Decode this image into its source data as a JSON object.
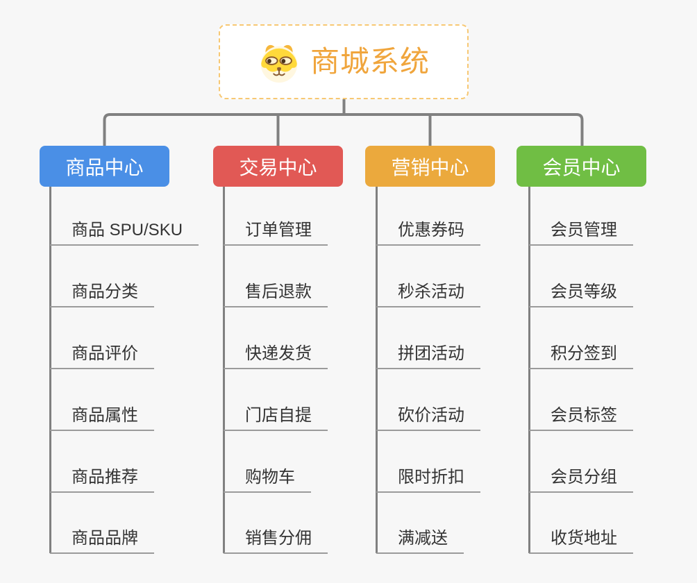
{
  "root": {
    "title": "商城系统",
    "icon": "dog-face-icon"
  },
  "branches": [
    {
      "label": "商品中心",
      "color": "#4a8fe6",
      "items": [
        "商品 SPU/SKU",
        "商品分类",
        "商品评价",
        "商品属性",
        "商品推荐",
        "商品品牌"
      ]
    },
    {
      "label": "交易中心",
      "color": "#e15955",
      "items": [
        "订单管理",
        "售后退款",
        "快递发货",
        "门店自提",
        "购物车",
        "销售分佣"
      ]
    },
    {
      "label": "营销中心",
      "color": "#eba93d",
      "items": [
        "优惠券码",
        "秒杀活动",
        "拼团活动",
        "砍价活动",
        "限时折扣",
        "满减送"
      ]
    },
    {
      "label": "会员中心",
      "color": "#70be44",
      "items": [
        "会员管理",
        "会员等级",
        "积分签到",
        "会员标签",
        "会员分组",
        "收货地址"
      ]
    }
  ],
  "colors": {
    "page-bg": "#f7f7f7",
    "connector": "#808080",
    "underline": "#9b9b9b",
    "item-text": "#333333",
    "header-text": "#ffffff",
    "root-text": "#f0a53c",
    "root-border": "#f7c873"
  }
}
